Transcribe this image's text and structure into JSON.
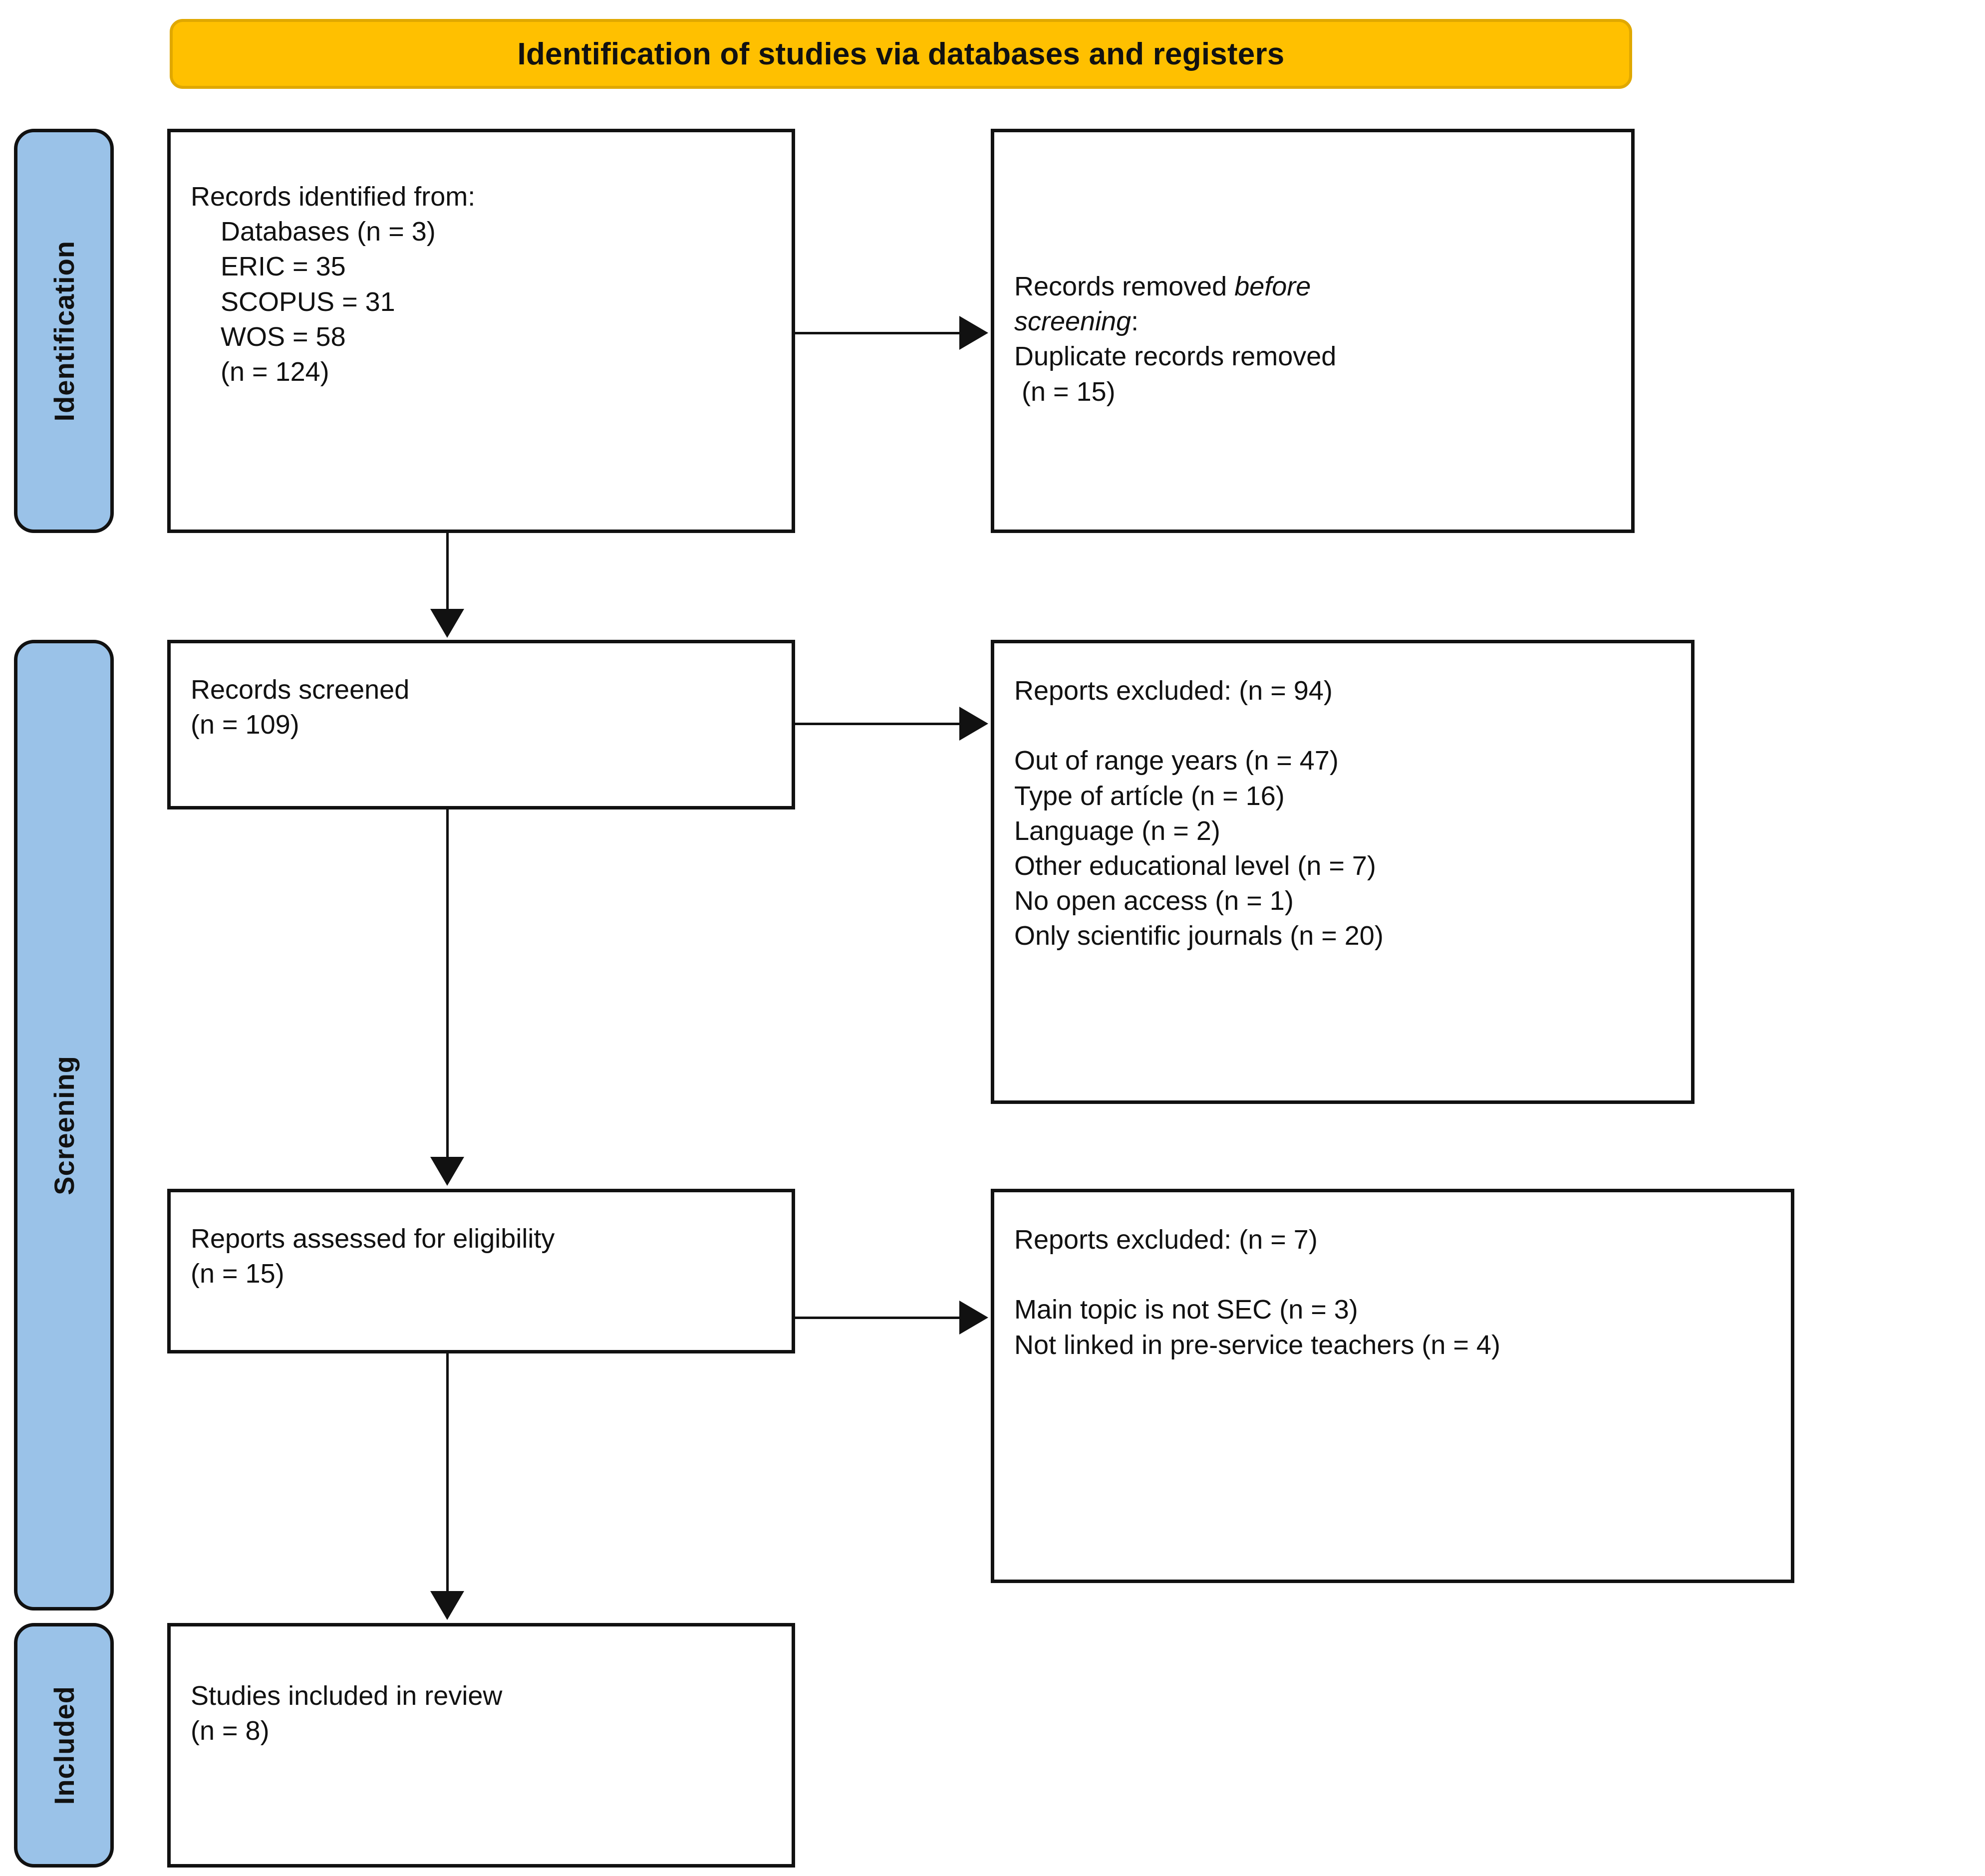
{
  "banner": {
    "title": "Identification of studies via databases and registers",
    "fill_color": "#FFC000",
    "border_color": "#E0A800"
  },
  "stages": {
    "identification": "Identification",
    "screening": "Screening",
    "included": "Included",
    "fill_color": "#9AC2E8",
    "border_color": "#111111"
  },
  "boxes": {
    "identified": {
      "text": "Records identified from:\n    Databases (n = 3)\n    ERIC = 35\n    SCOPUS = 31\n    WOS = 58\n    (n = 124)"
    },
    "removed": {
      "line1_plain": "Records removed ",
      "line1_italic": "before",
      "line2_italic": "screening",
      "line2_plain": ":",
      "line3": "Duplicate records removed",
      "line4": " (n = 15)"
    },
    "screened": {
      "text": "Records screened\n(n = 109)"
    },
    "excluded_screening": {
      "text": "Reports excluded: (n = 94)\n\nOut of range years (n = 47)\nType of artícle (n = 16)\nLanguage (n = 2)\nOther educational level (n = 7)\nNo open access (n = 1)\nOnly scientific journals (n = 20)"
    },
    "eligibility": {
      "text": "Reports assessed for eligibility\n(n = 15)"
    },
    "excluded_eligibility": {
      "text": "Reports excluded: (n = 7)\n\nMain topic is not SEC (n = 3)\nNot linked in pre-service teachers (n = 4)"
    },
    "included": {
      "text": "Studies included in review\n(n = 8)"
    }
  },
  "chart_data": {
    "type": "diagram",
    "title": "Identification of studies via databases and registers",
    "stages": [
      "Identification",
      "Screening",
      "Included"
    ],
    "nodes": [
      {
        "id": "identified",
        "stage": "Identification",
        "label": "Records identified from",
        "n": 124,
        "sources": [
          {
            "name": "Databases",
            "n": 3
          },
          {
            "name": "ERIC",
            "n": 35
          },
          {
            "name": "SCOPUS",
            "n": 31
          },
          {
            "name": "WOS",
            "n": 58
          }
        ]
      },
      {
        "id": "removed",
        "stage": "Identification",
        "label": "Records removed before screening: Duplicate records removed",
        "n": 15
      },
      {
        "id": "screened",
        "stage": "Screening",
        "label": "Records screened",
        "n": 109
      },
      {
        "id": "excluded_screening",
        "stage": "Screening",
        "label": "Reports excluded",
        "n": 94,
        "reasons": [
          {
            "reason": "Out of range years",
            "n": 47
          },
          {
            "reason": "Type of artícle",
            "n": 16
          },
          {
            "reason": "Language",
            "n": 2
          },
          {
            "reason": "Other educational level",
            "n": 7
          },
          {
            "reason": "No open access",
            "n": 1
          },
          {
            "reason": "Only scientific journals",
            "n": 20
          }
        ]
      },
      {
        "id": "eligibility",
        "stage": "Screening",
        "label": "Reports assessed for eligibility",
        "n": 15
      },
      {
        "id": "excluded_eligibility",
        "stage": "Screening",
        "label": "Reports excluded",
        "n": 7,
        "reasons": [
          {
            "reason": "Main topic is not SEC",
            "n": 3
          },
          {
            "reason": "Not linked in pre-service teachers",
            "n": 4
          }
        ]
      },
      {
        "id": "included",
        "stage": "Included",
        "label": "Studies included in review",
        "n": 8
      }
    ],
    "edges": [
      {
        "from": "identified",
        "to": "removed",
        "direction": "right"
      },
      {
        "from": "identified",
        "to": "screened",
        "direction": "down"
      },
      {
        "from": "screened",
        "to": "excluded_screening",
        "direction": "right"
      },
      {
        "from": "screened",
        "to": "eligibility",
        "direction": "down"
      },
      {
        "from": "eligibility",
        "to": "excluded_eligibility",
        "direction": "right"
      },
      {
        "from": "eligibility",
        "to": "included",
        "direction": "down"
      }
    ]
  }
}
